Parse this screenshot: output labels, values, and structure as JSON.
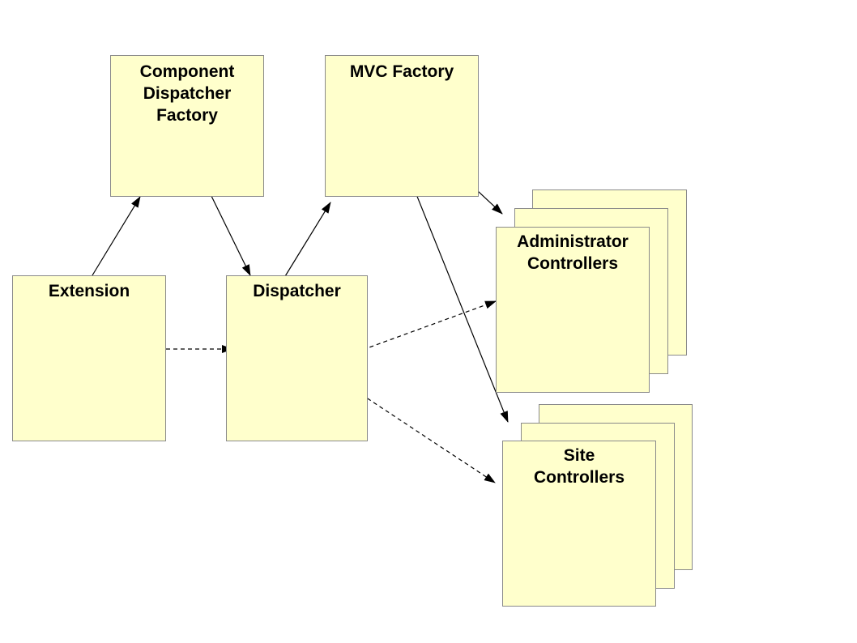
{
  "diagram": {
    "node_fill": "#ffffcc",
    "node_border": "#8a8a8a",
    "edge_color": "#000000",
    "nodes": {
      "component_dispatcher_factory": {
        "label": "Component\nDispatcher\nFactory"
      },
      "mvc_factory": {
        "label": "MVC Factory"
      },
      "extension": {
        "label": "Extension"
      },
      "dispatcher": {
        "label": "Dispatcher"
      },
      "administrator_controllers": {
        "label": "Administrator\nControllers",
        "stacked": true
      },
      "site_controllers": {
        "label": "Site\nControllers",
        "stacked": true
      }
    },
    "edges": [
      {
        "from": "extension",
        "to": "component_dispatcher_factory",
        "style": "solid"
      },
      {
        "from": "component_dispatcher_factory",
        "to": "dispatcher",
        "style": "solid"
      },
      {
        "from": "dispatcher",
        "to": "mvc_factory",
        "style": "solid"
      },
      {
        "from": "mvc_factory",
        "to": "administrator_controllers",
        "style": "solid"
      },
      {
        "from": "mvc_factory",
        "to": "site_controllers",
        "style": "solid"
      },
      {
        "from": "extension",
        "to": "dispatcher",
        "style": "dashed"
      },
      {
        "from": "dispatcher",
        "to": "administrator_controllers",
        "style": "dashed"
      },
      {
        "from": "dispatcher",
        "to": "site_controllers",
        "style": "dashed"
      }
    ]
  }
}
